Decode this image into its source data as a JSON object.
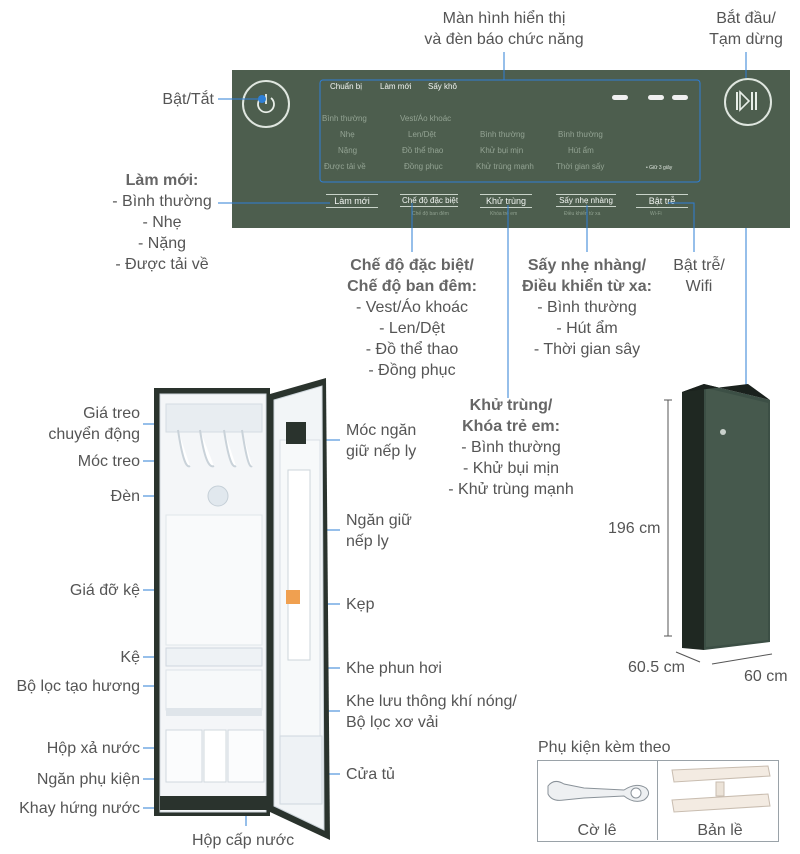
{
  "labels": {
    "display": [
      "Màn hình hiển thị",
      "và đèn báo chức năng"
    ],
    "start": [
      "Bắt đầu/",
      "Tạm dừng"
    ],
    "power": "Bật/Tắt",
    "refresh_title": "Làm mới:",
    "refresh_items": [
      "- Bình thường",
      "- Nhẹ",
      "- Nặng",
      "- Được tải về"
    ],
    "special_title": [
      "Chế độ đặc biệt/",
      "Chế độ ban đêm:"
    ],
    "special_items": [
      "- Vest/Áo khoác",
      "- Len/Dệt",
      "- Đồ thể thao",
      "- Đồng phục"
    ],
    "gentle_title": [
      "Sấy nhẹ nhàng/",
      "Điều khiển từ xa:"
    ],
    "gentle_items": [
      "- Bình thường",
      "- Hút ẩm",
      "- Thời gian sây"
    ],
    "wifi": [
      "Bật trễ/",
      "Wifi"
    ],
    "sanitize_title": [
      "Khử trùng/",
      "Khóa trẻ em:"
    ],
    "sanitize_items": [
      "- Bình thường",
      "- Khử bụi mịn",
      "- Khử trùng mạnh"
    ],
    "left": [
      [
        "Giá treo",
        "chuyển động"
      ],
      [
        "Móc treo"
      ],
      [
        "Đèn"
      ],
      [
        "Giá đỡ kệ"
      ],
      [
        "Kệ"
      ],
      [
        "Bộ lọc tạo hương"
      ],
      [
        "Hộp xả nước"
      ],
      [
        "Ngăn phụ kiện"
      ],
      [
        "Khay hứng nước"
      ]
    ],
    "right": [
      [
        "Móc ngăn",
        "giữ nếp ly"
      ],
      [
        "Ngăn giữ",
        "nếp ly"
      ],
      [
        "Kẹp"
      ],
      [
        "Khe phun hơi"
      ],
      [
        "Khe lưu thông khí nóng/",
        "Bộ lọc xơ vải"
      ],
      [
        "Cửa tủ"
      ]
    ],
    "water_box": "Hộp cấp nước",
    "height": "196 cm",
    "width": "60.5 cm",
    "depth": "60 cm",
    "accessories_title": "Phụ kiện kèm theo",
    "accessory_1": "Cờ lê",
    "accessory_2": "Bản lề"
  },
  "panel": {
    "top_modes": [
      "Chuẩn bị",
      "Làm mới",
      "Sấy khô"
    ],
    "col1": [
      "Bình thường",
      "Nhẹ",
      "Nặng",
      "Được tải về"
    ],
    "col2": [
      "Vest/Áo khoác",
      "Len/Dệt",
      "Đồ thể thao",
      "Đồng phục"
    ],
    "col3": [
      "Bình thường",
      "Khử bụi mịn",
      "Khử trùng mạnh"
    ],
    "col4": [
      "Bình thường",
      "Hút ẩm",
      "Thời gian sấy"
    ],
    "hold_note": "• Giữ 3 giây",
    "buttons": [
      "Làm mới",
      "Chế độ đặc biệt",
      "Khử trùng",
      "Sấy nhẹ nhàng",
      "Bật trễ"
    ],
    "button_subs": [
      "",
      "Chế độ ban đêm",
      "Khóa trẻ em",
      "Điều khiển từ xa",
      "Wi-Fi"
    ]
  },
  "colors": {
    "panel_green": "#4d5e4e",
    "leader_blue": "#2e7fd6",
    "cabinet_dark": "#2a332d"
  }
}
